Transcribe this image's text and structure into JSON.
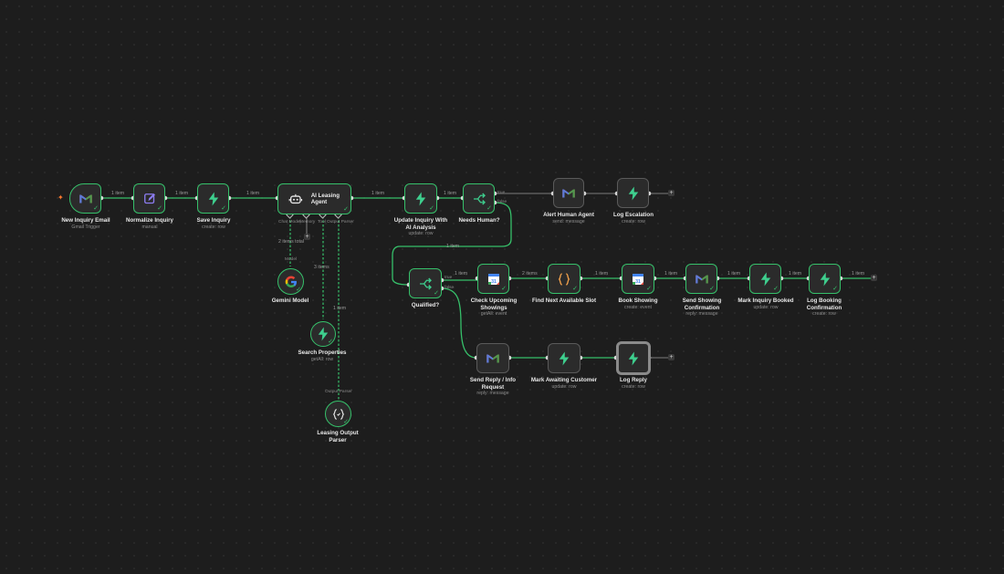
{
  "colors": {
    "accent": "#36c06a",
    "canvas": "#1d1d1d",
    "node": "#2b2b2b",
    "trigger_spark": "#ff7a2e"
  },
  "nodes": {
    "new_inquiry_email": {
      "title": "New Inquiry Email",
      "subtitle": "Gmail Trigger",
      "icon": "gmail-icon"
    },
    "normalize_inquiry": {
      "title": "Normalize Inquiry",
      "subtitle": "manual",
      "icon": "pencil-icon"
    },
    "save_inquiry": {
      "title": "Save Inquiry",
      "subtitle": "create: row",
      "icon": "bolt-icon"
    },
    "ai_leasing_agent": {
      "title": "AI Leasing Agent",
      "icon": "robot-icon",
      "ports": [
        "Chat Model",
        "Memory",
        "Tool",
        "Output Parser"
      ]
    },
    "update_inquiry": {
      "title": "Update Inquiry With AI Analysis",
      "subtitle": "update: row",
      "icon": "bolt-icon"
    },
    "needs_human": {
      "title": "Needs Human?",
      "icon": "branch-icon",
      "outputs": [
        "true",
        "false"
      ]
    },
    "alert_human": {
      "title": "Alert Human Agent",
      "subtitle": "send: message",
      "icon": "gmail-icon"
    },
    "log_escalation": {
      "title": "Log Escalation",
      "subtitle": "create: row",
      "icon": "bolt-icon"
    },
    "gemini_model": {
      "title": "Gemini Model",
      "icon": "google-icon"
    },
    "search_properties": {
      "title": "Search Properties",
      "subtitle": "getAll: row",
      "icon": "bolt-icon"
    },
    "leasing_output_parser": {
      "title": "Leasing Output Parser",
      "icon": "braces-icon"
    },
    "qualified": {
      "title": "Qualified?",
      "icon": "branch-icon",
      "outputs": [
        "true",
        "false"
      ]
    },
    "check_showings": {
      "title": "Check Upcoming Showings",
      "subtitle": "getAll: event",
      "icon": "calendar-icon"
    },
    "find_slot": {
      "title": "Find Next Available Slot",
      "icon": "code-braces-icon"
    },
    "book_showing": {
      "title": "Book Showing",
      "subtitle": "create: event",
      "icon": "calendar-icon"
    },
    "send_confirmation": {
      "title": "Send Showing Confirmation",
      "subtitle": "reply: message",
      "icon": "gmail-icon"
    },
    "mark_booked": {
      "title": "Mark Inquiry Booked",
      "subtitle": "update: row",
      "icon": "bolt-icon"
    },
    "log_booking": {
      "title": "Log Booking Confirmation",
      "subtitle": "create: row",
      "icon": "bolt-icon"
    },
    "send_reply": {
      "title": "Send Reply / Info Request",
      "subtitle": "reply: message",
      "icon": "gmail-icon"
    },
    "mark_awaiting": {
      "title": "Mark Awaiting Customer",
      "subtitle": "update: row",
      "icon": "bolt-icon"
    },
    "log_reply": {
      "title": "Log Reply",
      "subtitle": "create: row",
      "icon": "bolt-icon"
    }
  },
  "edge_labels": {
    "e1": "1 item",
    "e2": "1 item",
    "e3": "1 item",
    "e4": "1 item",
    "e5": "1 item",
    "e6": "1 item",
    "e7": "1 item",
    "e8": "2 items",
    "e9": "1 item",
    "e10": "1 item",
    "e11": "1 item",
    "e12": "1 item",
    "e13": "1 item",
    "model_total": "2 items total",
    "model_port": "Model",
    "tool_items": "3 items",
    "parser_items": "1 item",
    "parser_port": "Output Parser"
  }
}
